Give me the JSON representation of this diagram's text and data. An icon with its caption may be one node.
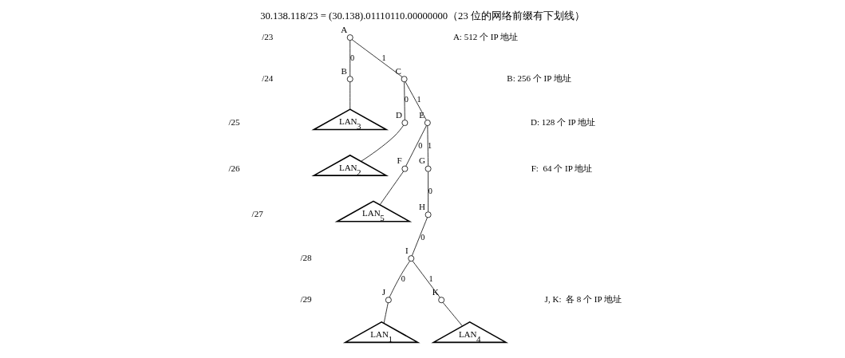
{
  "diagram": {
    "title": "30.138.118/23 = (30.138).01110110.00000000（23 位的网络前缀有下划线）",
    "nodes": [
      {
        "text": [],
        "shape": "circle",
        "beside": [
          "A"
        ]
      },
      {
        "text": [],
        "shape": "circle",
        "beside": [
          "B"
        ]
      },
      {
        "text": [],
        "shape": "circle",
        "beside": [
          "C"
        ]
      },
      {
        "text": [],
        "shape": "circle",
        "beside": [
          "D"
        ]
      },
      {
        "text": [],
        "shape": "circle",
        "beside": [
          "E"
        ]
      },
      {
        "text": [
          "LAN$_{3}$"
        ]
      },
      {
        "text": [],
        "shape": "circle",
        "beside": [
          "F"
        ]
      },
      {
        "text": [],
        "shape": "circle",
        "beside": [
          "G"
        ]
      },
      {
        "text": [
          "LAN$_{2}$"
        ]
      },
      {
        "text": [],
        "shape": "circle",
        "beside": [
          "H"
        ]
      },
      {
        "text": [
          "LAN$_{5}$"
        ]
      },
      {
        "text": [],
        "shape": "circle",
        "beside": [
          "I"
        ]
      },
      {
        "text": [],
        "shape": "circle",
        "beside": [
          "J"
        ]
      },
      {
        "text": [],
        "shape": "circle",
        "beside": [
          "K"
        ]
      },
      {
        "text": [
          "LAN$_{1}$"
        ]
      },
      {
        "text": [
          "LAN$_{4}$"
        ]
      }
    ],
    "edges": [
      {
        "from": 0,
        "to": 1,
        "arrow": "none",
        "label": "0"
      },
      {
        "from": 0,
        "to": 2,
        "arrow": "none",
        "label": "1"
      },
      {
        "from": 2,
        "to": 3,
        "arrow": "none",
        "label": "0"
      },
      {
        "from": 2,
        "to": 4,
        "arrow": "none",
        "label": "1"
      },
      {
        "from": 4,
        "to": 6,
        "arrow": "none",
        "label": "0"
      },
      {
        "from": 4,
        "to": 7,
        "arrow": "none",
        "label": "1"
      },
      {
        "from": 7,
        "to": 9,
        "arrow": "none",
        "label": "0"
      },
      {
        "from": 9,
        "to": 11,
        "arrow": "none",
        "label": "0"
      },
      {
        "from": 11,
        "to": 12,
        "arrow": "none",
        "label": "0"
      },
      {
        "from": 11,
        "to": 13,
        "arrow": "none",
        "label": "1"
      },
      {
        "from": 1,
        "to": 5,
        "arrow": "none"
      },
      {
        "from": 3,
        "to": 8,
        "arrow": "none"
      },
      {
        "from": 6,
        "to": 10,
        "arrow": "none"
      },
      {
        "from": 12,
        "to": 14,
        "arrow": "none"
      },
      {
        "from": 13,
        "to": 15,
        "arrow": "none"
      }
    ],
    "labels": [
      "/23",
      "/24",
      "/25",
      "/26",
      "/27",
      "/28",
      "/29",
      "A: 512 个 IP 地址",
      "B: 256 个 IP 地址",
      "D: 128 个 IP 地址",
      "F:  64 个 IP 地址",
      "J, K:  各 8 个 IP 地址"
    ]
  }
}
